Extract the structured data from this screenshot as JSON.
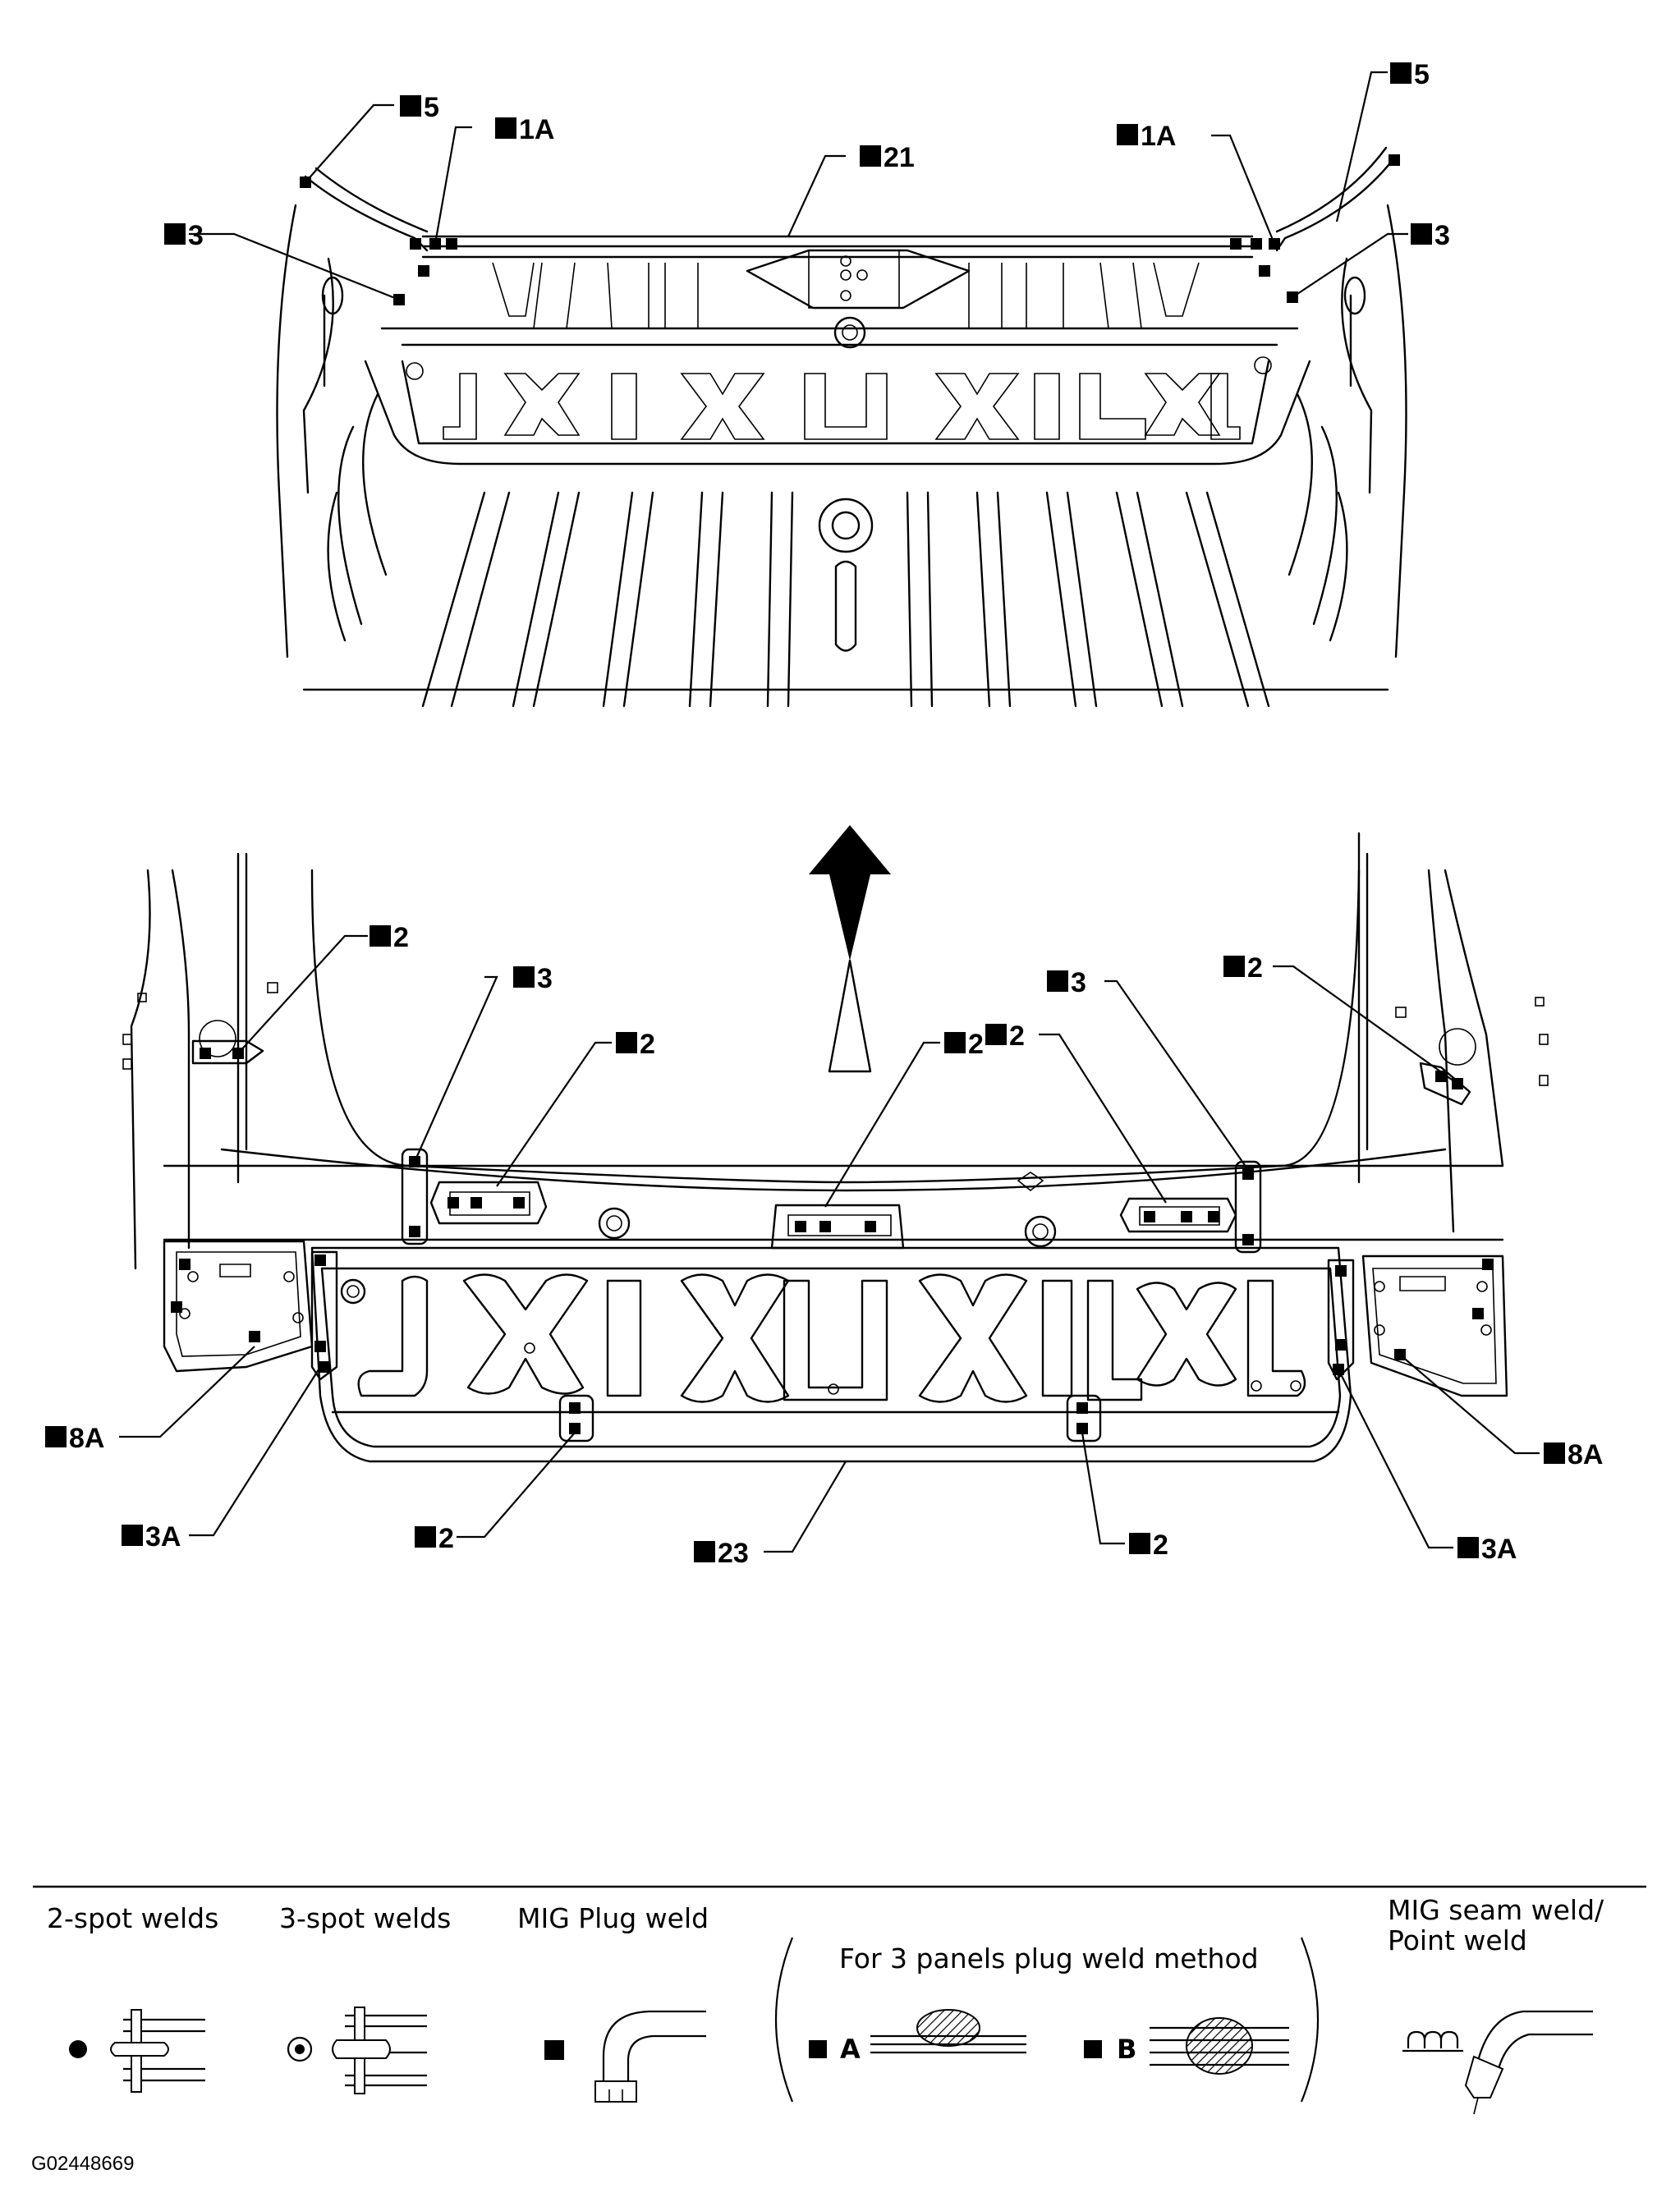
{
  "figure_code": "G02448669",
  "callouts": {
    "top_5_left": "5",
    "top_1a_left": "1A",
    "top_21": "21",
    "top_1a_right": "1A",
    "top_5_right": "5",
    "top_3_left": "3",
    "top_3_right": "3",
    "bot_2_upper_left": "2",
    "bot_3_left": "3",
    "bot_2_left_bracket": "2",
    "bot_2_center": "2",
    "bot_3_right": "3",
    "bot_2_right_bracket": "2",
    "bot_2_upper_right": "2",
    "bot_8a_left": "8A",
    "bot_3a_left": "3A",
    "bot_2_lower_left": "2",
    "bot_23": "23",
    "bot_2_lower_right": "2",
    "bot_8a_right": "8A",
    "bot_3a_right": "3A"
  },
  "legend": {
    "spot2": "2-spot welds",
    "spot3": "3-spot welds",
    "mig_plug": "MIG Plug weld",
    "three_panel": "For 3 panels plug weld method",
    "method_a": "A",
    "method_b": "B",
    "seam_line1": "MIG seam weld/",
    "seam_line2": "Point weld"
  },
  "colors": {
    "ink": "#000000",
    "paper": "#ffffff"
  }
}
